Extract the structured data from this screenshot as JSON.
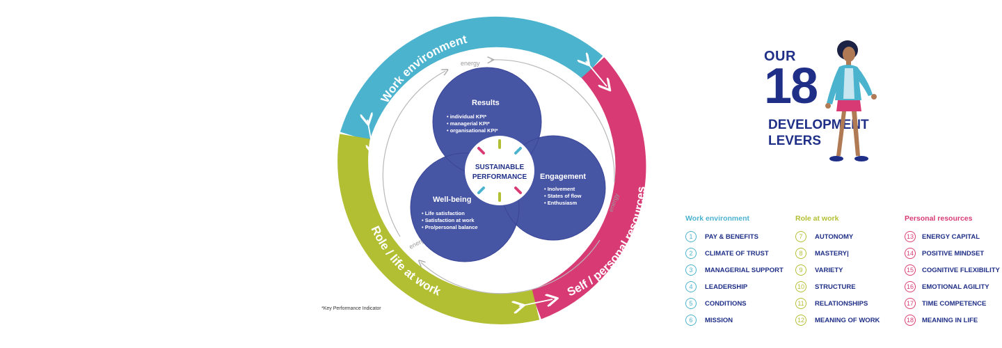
{
  "diagram": {
    "ring_segments": [
      {
        "name": "Work environment",
        "color": "#4bb3ce"
      },
      {
        "name": "Self / personal resources",
        "color": "#d83b74"
      },
      {
        "name": "Role / life at work",
        "color": "#b3bf33"
      }
    ],
    "energy_label": "energy",
    "circles": {
      "results": {
        "title": "Results",
        "bullets": [
          "individual KPI*",
          "managerial KPI*",
          "organisational KPI*"
        ]
      },
      "engagement": {
        "title": "Engagement",
        "bullets": [
          "Inolvement",
          "States of flow",
          "Enthusiasm"
        ]
      },
      "wellbeing": {
        "title": "Well-being",
        "bullets": [
          "Life satisfaction",
          "Satisfaction at work",
          "Pro/personal balance"
        ]
      }
    },
    "center": {
      "line1": "SUSTAINABLE",
      "line2": "PERFORMANCE"
    },
    "circle_color": "#4755a5",
    "footnote": "*Key Performance Indicator"
  },
  "title": {
    "our": "OUR",
    "number": "18",
    "line1": "DEVELOPMENT",
    "line2": "LEVERS"
  },
  "levers": [
    {
      "heading": "Work environment",
      "color": "#4bb3ce",
      "items": [
        {
          "num": "1",
          "label": "PAY & BENEFITS"
        },
        {
          "num": "2",
          "label": "CLIMATE OF TRUST"
        },
        {
          "num": "3",
          "label": "MANAGERIAL SUPPORT"
        },
        {
          "num": "4",
          "label": "LEADERSHIP"
        },
        {
          "num": "5",
          "label": "CONDITIONS"
        },
        {
          "num": "6",
          "label": "MISSION"
        }
      ]
    },
    {
      "heading": "Role at work",
      "color": "#b3bf33",
      "items": [
        {
          "num": "7",
          "label": "AUTONOMY"
        },
        {
          "num": "8",
          "label": "MASTERY|"
        },
        {
          "num": "9",
          "label": "VARIETY"
        },
        {
          "num": "10",
          "label": "STRUCTURE"
        },
        {
          "num": "11",
          "label": "RELATIONSHIPS"
        },
        {
          "num": "12",
          "label": "MEANING OF WORK"
        }
      ]
    },
    {
      "heading": "Personal resources",
      "color": "#d83b74",
      "items": [
        {
          "num": "13",
          "label": "ENERGY CAPITAL"
        },
        {
          "num": "14",
          "label": "POSITIVE MINDSET"
        },
        {
          "num": "15",
          "label": "COGNITIVE FLEXIBILITY"
        },
        {
          "num": "16",
          "label": "EMOTIONAL AGILITY"
        },
        {
          "num": "17",
          "label": "TIME COMPETENCE"
        },
        {
          "num": "18",
          "label": "MEANING IN LIFE"
        }
      ]
    }
  ],
  "icons": {
    "figure": "walking-woman-illustration",
    "arrows": "double-arrow-icon"
  }
}
